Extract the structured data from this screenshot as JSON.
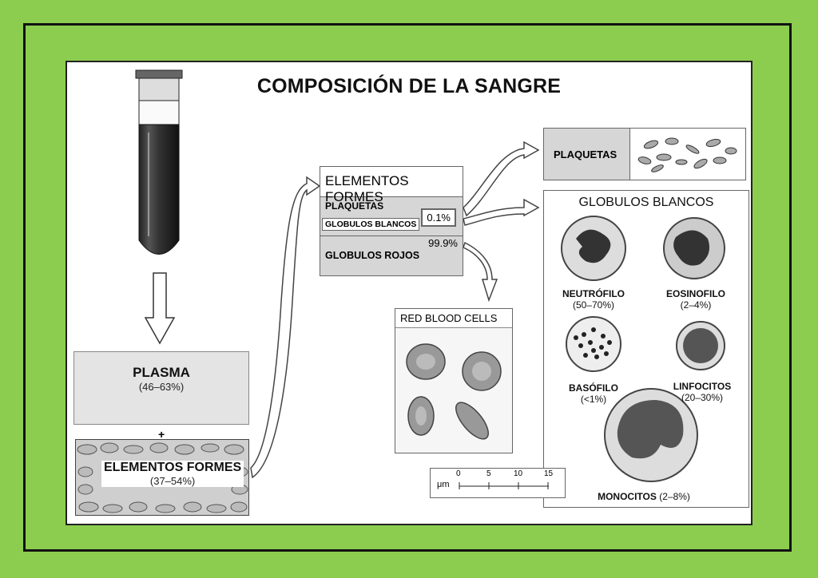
{
  "title": "COMPOSICIÓN DE LA SANGRE",
  "plasma": {
    "label": "PLASMA",
    "range": "(46–63%)"
  },
  "plus": "+",
  "elementos_formes_bottom": {
    "label": "ELEMENTOS FORMES",
    "range": "(37–54%)"
  },
  "table": {
    "header": "ELEMENTOS FORMES",
    "plaquetas": "PLAQUETAS",
    "globulos_blancos": "GLOBULOS BLANCOS",
    "pct_small": "0.1%",
    "globulos_rojos": "GLOBULOS ROJOS",
    "pct_large": "99.9%"
  },
  "plaquetas_box": {
    "label": "PLAQUETAS"
  },
  "red_blood_cells": {
    "label": "RED BLOOD CELLS"
  },
  "globulos_blancos_box": {
    "title": "GLOBULOS BLANCOS",
    "cells": [
      {
        "name": "NEUTRÓFILO",
        "range": "(50–70%)"
      },
      {
        "name": "EOSINOFILO",
        "range": "(2–4%)"
      },
      {
        "name": "BASÓFILO",
        "range": "(<1%)"
      },
      {
        "name": "LINFOCITOS",
        "range": "(20–30%)"
      },
      {
        "name": "MONOCITOS",
        "range": "(2–8%)"
      }
    ]
  },
  "scale": {
    "unit": "μm",
    "ticks": [
      "0",
      "5",
      "10",
      "15"
    ]
  },
  "colors": {
    "background": "#8ccd4f",
    "panel": "#ffffff",
    "box_gray": "#d6d6d6"
  }
}
